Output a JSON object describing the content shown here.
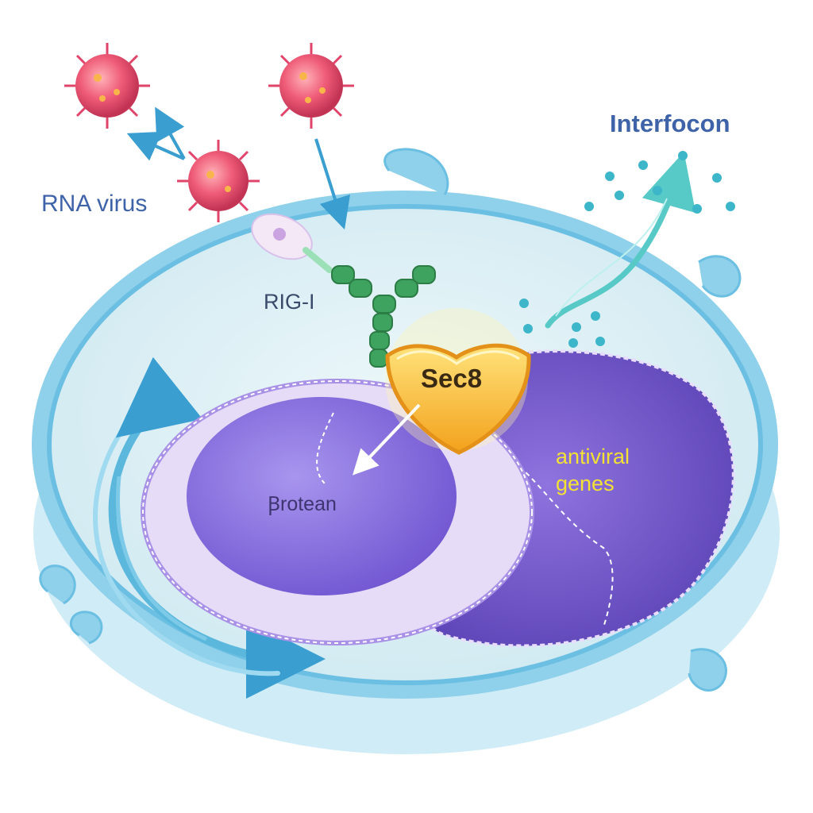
{
  "labels": {
    "rna_virus": "RNA virus",
    "interferon": "Interfocon",
    "rig_i": "RIG-I",
    "sec8": "Sec8",
    "protein": "Ꞵrotean",
    "antiviral_line1": "antiviral",
    "antiviral_line2": "genes"
  },
  "colors": {
    "cell_membrane": "#8fd0ea",
    "cytoplasm": "#e4f3f7",
    "nucleus": "#7b5fd0",
    "protein_blob": "#8f77e0",
    "rig_i_receptor": "#3ea35f",
    "sec8_shield": "#f7b52a",
    "virus": "#e8506f",
    "interferon_dots": "#3cb6c8"
  },
  "icons": [
    "virus-icon",
    "receptor-icon",
    "shield-icon",
    "interferon-dot-icon",
    "arrow-icon"
  ]
}
